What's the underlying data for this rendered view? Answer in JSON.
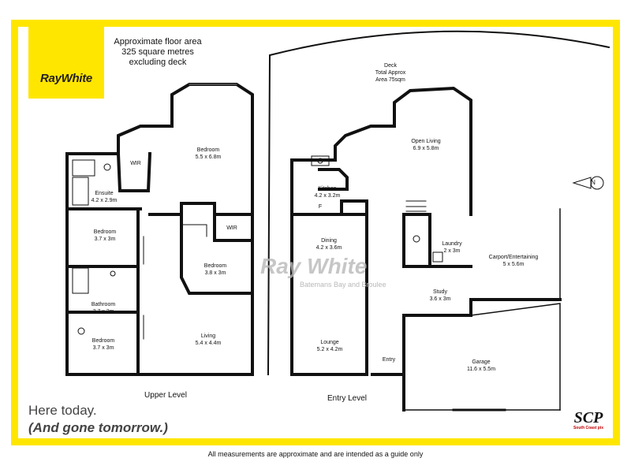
{
  "branding": {
    "logo_text": "RayWhite",
    "logo_color": "#ffe600",
    "watermark": "Ray White",
    "watermark_sub": "Batemans Bay and Broulee",
    "photographer_mark": "SCP",
    "photographer_sub": "South Coast pix"
  },
  "notes": {
    "area_line1": "Approximate floor area",
    "area_line2": "325 square metres",
    "area_line3": "excluding deck",
    "deck_line1": "Deck",
    "deck_line2": "Total Approx",
    "deck_line3": "Area 75sqm"
  },
  "tagline": {
    "line1": "Here today.",
    "line2": "(And gone tomorrow.)"
  },
  "levels": {
    "upper": "Upper Level",
    "entry": "Entry Level"
  },
  "rooms": {
    "upper": [
      {
        "name": "Bedroom",
        "size": "5.5 x 6.8m"
      },
      {
        "name": "WIR",
        "size": ""
      },
      {
        "name": "Ensuite",
        "size": "4.2 x 2.9m"
      },
      {
        "name": "Bedroom",
        "size": "3.7 x 3m"
      },
      {
        "name": "WIR",
        "size": ""
      },
      {
        "name": "Bedroom",
        "size": "3.8 x 3m"
      },
      {
        "name": "Bathroom",
        "size": "2.7 x 3m"
      },
      {
        "name": "Bedroom",
        "size": "3.7 x 3m"
      },
      {
        "name": "Living",
        "size": "5.4 x 4.4m"
      }
    ],
    "entry": [
      {
        "name": "Open Living",
        "size": "6.9 x 5.8m"
      },
      {
        "name": "Kitchen",
        "size": "4.2 x 3.2m"
      },
      {
        "name": "F",
        "size": ""
      },
      {
        "name": "Dining",
        "size": "4.2 x 3.6m"
      },
      {
        "name": "Laundry",
        "size": "2 x 3m"
      },
      {
        "name": "Carport/Entertaining",
        "size": "5 x 5.6m"
      },
      {
        "name": "Study",
        "size": "3.6 x 3m"
      },
      {
        "name": "Lounge",
        "size": "5.2 x 4.2m"
      },
      {
        "name": "Entry",
        "size": ""
      },
      {
        "name": "Garage",
        "size": "11.6 x 5.5m"
      }
    ]
  },
  "compass": "N",
  "footer": "All measurements are approximate and are intended as a guide only"
}
